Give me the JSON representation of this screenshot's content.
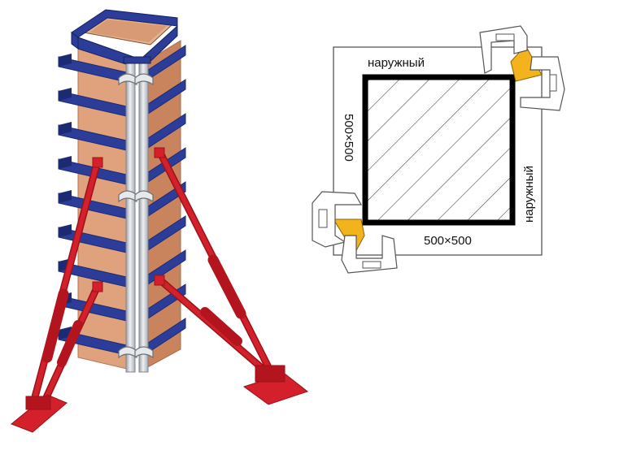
{
  "labels": {
    "top_outer": "наружный",
    "right_outer": "наружный",
    "bottom_size": "500×500",
    "left_size": "500×500"
  },
  "colors": {
    "frame_blue": "#2b3d98",
    "frame_blue_dark": "#1c2a73",
    "plywood": "#e0a27d",
    "plywood_dark": "#c9845e",
    "brace_red": "#d3202a",
    "brace_red_dark": "#9c1219",
    "corner_yellow": "#f2b31c",
    "steel_grey": "#cfd3d8"
  }
}
